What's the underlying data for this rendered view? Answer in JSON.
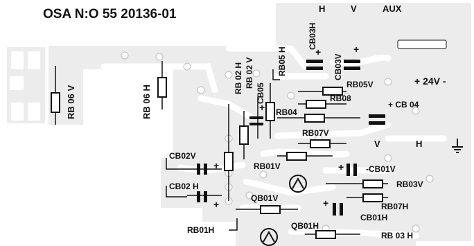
{
  "header": {
    "title": "OSA N:O 55 20136-01"
  },
  "power": {
    "label": "+ 24V -"
  },
  "sections": {
    "h": "H",
    "v": "V",
    "aux": "AUX",
    "v2": "V",
    "h2": "H"
  },
  "components": {
    "rb06v": "RB 06 V",
    "rb06h": "RB 06 H",
    "rb02h": "RB 02 H",
    "rb02v": "RB 02 V",
    "cb05": "CB05",
    "rb05h": "RB05 H",
    "cb03h": "CB03H",
    "cb03v": "CB03V",
    "rb05v": "RB05V",
    "rb08": "RB08",
    "rb04": "RB04",
    "cb04": "+ CB 04",
    "rb07v": "RB07V",
    "rb01v": "RB01V",
    "cb01v": "-CB01V",
    "cb02v": "CB02V",
    "cb02h": "CB02 H",
    "rb03v": "RB03V",
    "qb01v": "QB01V",
    "rb07h": "RB07H",
    "cb01h": "CB01H",
    "qb01h": "QB01H",
    "rb01h": "RB01H",
    "rb03h": "RB 03 H"
  },
  "colors": {
    "board": "#ececec",
    "ink": "#111111",
    "pad": "#ffffff"
  }
}
